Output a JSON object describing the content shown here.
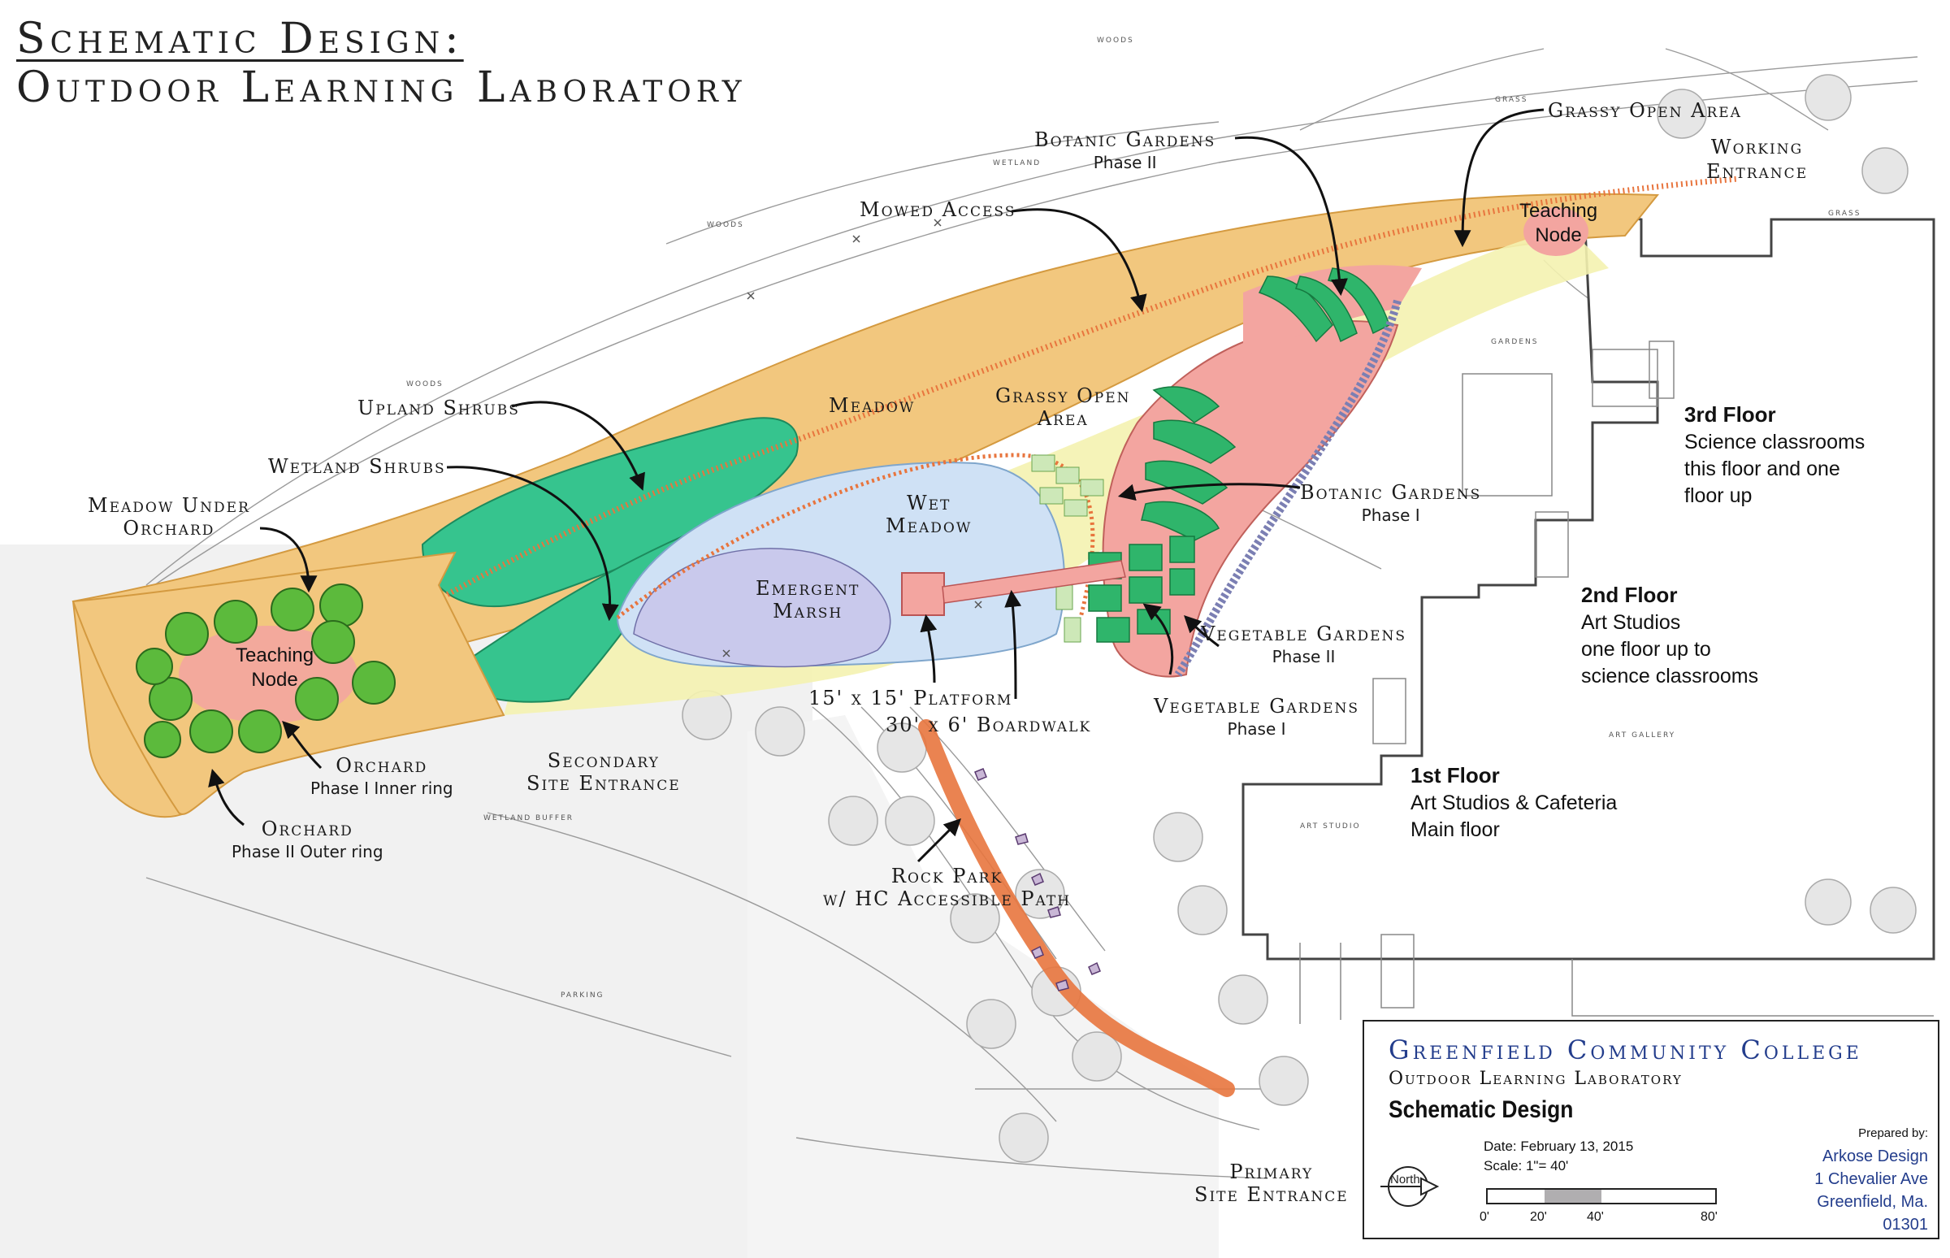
{
  "header": {
    "line1": "Schematic Design:",
    "line2": "Outdoor Learning Laboratory"
  },
  "labels": {
    "grassy_open_area_top": "Grassy Open Area",
    "working_entrance_1": "Working",
    "working_entrance_2": "Entrance",
    "botanic_gardens_top": "Botanic Gardens",
    "botanic_gardens_top_phase": "Phase II",
    "mowed_access": "Mowed Access",
    "upland_shrubs": "Upland Shrubs",
    "meadow": "Meadow",
    "grassy_open_area_mid_1": "Grassy Open",
    "grassy_open_area_mid_2": "Area",
    "wetland_shrubs": "Wetland Shrubs",
    "meadow_under_orchard_1": "Meadow Under",
    "meadow_under_orchard_2": "Orchard",
    "wet_meadow_1": "Wet",
    "wet_meadow_2": "Meadow",
    "emergent_marsh_1": "Emergent",
    "emergent_marsh_2": "Marsh",
    "botanic_gardens_mid": "Botanic Gardens",
    "botanic_gardens_mid_phase": "Phase I",
    "vegetable_gardens_2": "Vegetable Gardens",
    "vegetable_gardens_2_phase": "Phase II",
    "vegetable_gardens_1": "Vegetable Gardens",
    "vegetable_gardens_1_phase": "Phase I",
    "platform": "15' x 15' Platform",
    "boardwalk": "30' x 6' Boardwalk",
    "secondary_entrance_1": "Secondary",
    "secondary_entrance_2": "Site Entrance",
    "orchard_inner": "Orchard",
    "orchard_inner_phase": "Phase I Inner ring",
    "orchard_outer": "Orchard",
    "orchard_outer_phase": "Phase II Outer ring",
    "rock_park_1": "Rock Park",
    "rock_park_2": "w/ HC Accessible Path",
    "primary_entrance_1": "Primary",
    "primary_entrance_2": "Site Entrance"
  },
  "teaching_nodes": [
    {
      "line1": "Teaching",
      "line2": "Node"
    },
    {
      "line1": "Teaching",
      "line2": "Node"
    }
  ],
  "floors": [
    {
      "title": "3rd Floor",
      "desc1": "Science classrooms",
      "desc2": "this floor and one",
      "desc3": "floor up"
    },
    {
      "title": "2nd Floor",
      "desc1": "Art Studios",
      "desc2": "one floor up to",
      "desc3": "science classrooms"
    },
    {
      "title": "1st Floor",
      "desc1": "Art Studios & Cafeteria",
      "desc2": "Main floor",
      "desc3": ""
    }
  ],
  "map_notes": {
    "woods_1": "WOODS",
    "woods_2": "WOODS",
    "woods_3": "WOODS",
    "wetland": "WETLAND",
    "grass_1": "GRASS",
    "grass_2": "GRASS",
    "gardens": "GARDENS",
    "wetland_buffer": "WETLAND BUFFER",
    "parking": "PARKING",
    "art_studio": "ART STUDIO",
    "art_gallery": "ART GALLERY"
  },
  "title_block": {
    "college": "Greenfield Community College",
    "lab": "Outdoor Learning Laboratory",
    "drawing": "Schematic Design",
    "date": "Date:  February 13, 2015",
    "scale": "Scale:  1\"= 40'",
    "prepared_by": "Prepared by:",
    "firm": "Arkose Design",
    "addr1": "1 Chevalier Ave",
    "addr2": "Greenfield, Ma.",
    "zip": "01301",
    "north": "North",
    "scale_ticks": [
      "0'",
      "20'",
      "40'",
      "80'"
    ]
  },
  "colors": {
    "meadow": "#f2c77e",
    "shrubs": "#36c48e",
    "wet_meadow": "#cfe1f5",
    "marsh": "#c9c9ec",
    "garden_pink": "#f3a5a0",
    "garden_green": "#2fb56b",
    "path_orange": "#e8753e",
    "yellow_wash": "#f4f2b0",
    "tree_green": "#5cba3c",
    "title_blue": "#233d8c"
  }
}
